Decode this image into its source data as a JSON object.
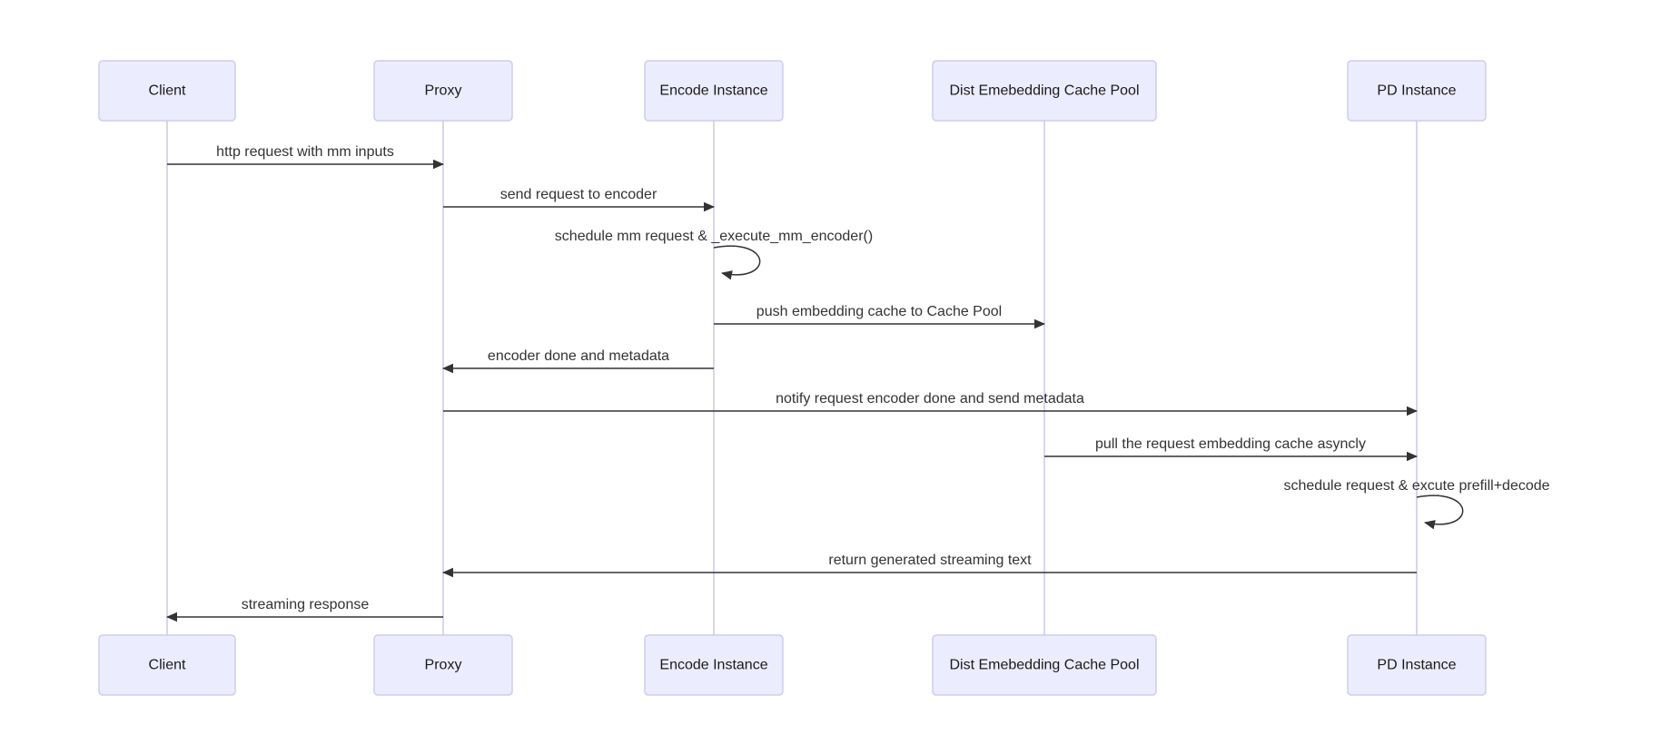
{
  "diagram": {
    "type": "sequence-diagram",
    "participants": [
      {
        "id": "client",
        "label": "Client"
      },
      {
        "id": "proxy",
        "label": "Proxy"
      },
      {
        "id": "encode",
        "label": "Encode Instance"
      },
      {
        "id": "cache_pool",
        "label": "Dist Emebedding Cache Pool"
      },
      {
        "id": "pd",
        "label": "PD Instance"
      }
    ],
    "messages": [
      {
        "from": "client",
        "to": "proxy",
        "style": "solid-arrow",
        "label": "http request with mm inputs"
      },
      {
        "from": "proxy",
        "to": "encode",
        "style": "solid-arrow",
        "label": "send request to encoder"
      },
      {
        "from": "encode",
        "to": "encode",
        "style": "self-loop",
        "label": "schedule mm request & _execute_mm_encoder()"
      },
      {
        "from": "encode",
        "to": "cache_pool",
        "style": "solid-arrow",
        "label": "push embedding cache to Cache Pool"
      },
      {
        "from": "encode",
        "to": "proxy",
        "style": "solid-arrow",
        "label": "encoder done and metadata"
      },
      {
        "from": "proxy",
        "to": "pd",
        "style": "solid-arrow",
        "label": "notify request encoder done and send metadata"
      },
      {
        "from": "cache_pool",
        "to": "pd",
        "style": "solid-arrow",
        "label": "pull the request embedding cache asyncly"
      },
      {
        "from": "pd",
        "to": "pd",
        "style": "self-loop",
        "label": "schedule request & excute prefill+decode"
      },
      {
        "from": "pd",
        "to": "proxy",
        "style": "solid-arrow",
        "label": "return generated streaming text"
      },
      {
        "from": "proxy",
        "to": "client",
        "style": "solid-arrow",
        "label": "streaming response"
      }
    ],
    "colors": {
      "actor_fill": "#ECECFF",
      "actor_border": "#CFCCEC",
      "lifeline": "#CCC9E6",
      "arrow": "#333333",
      "text": "#333333",
      "background": "#FFFFFF"
    }
  }
}
